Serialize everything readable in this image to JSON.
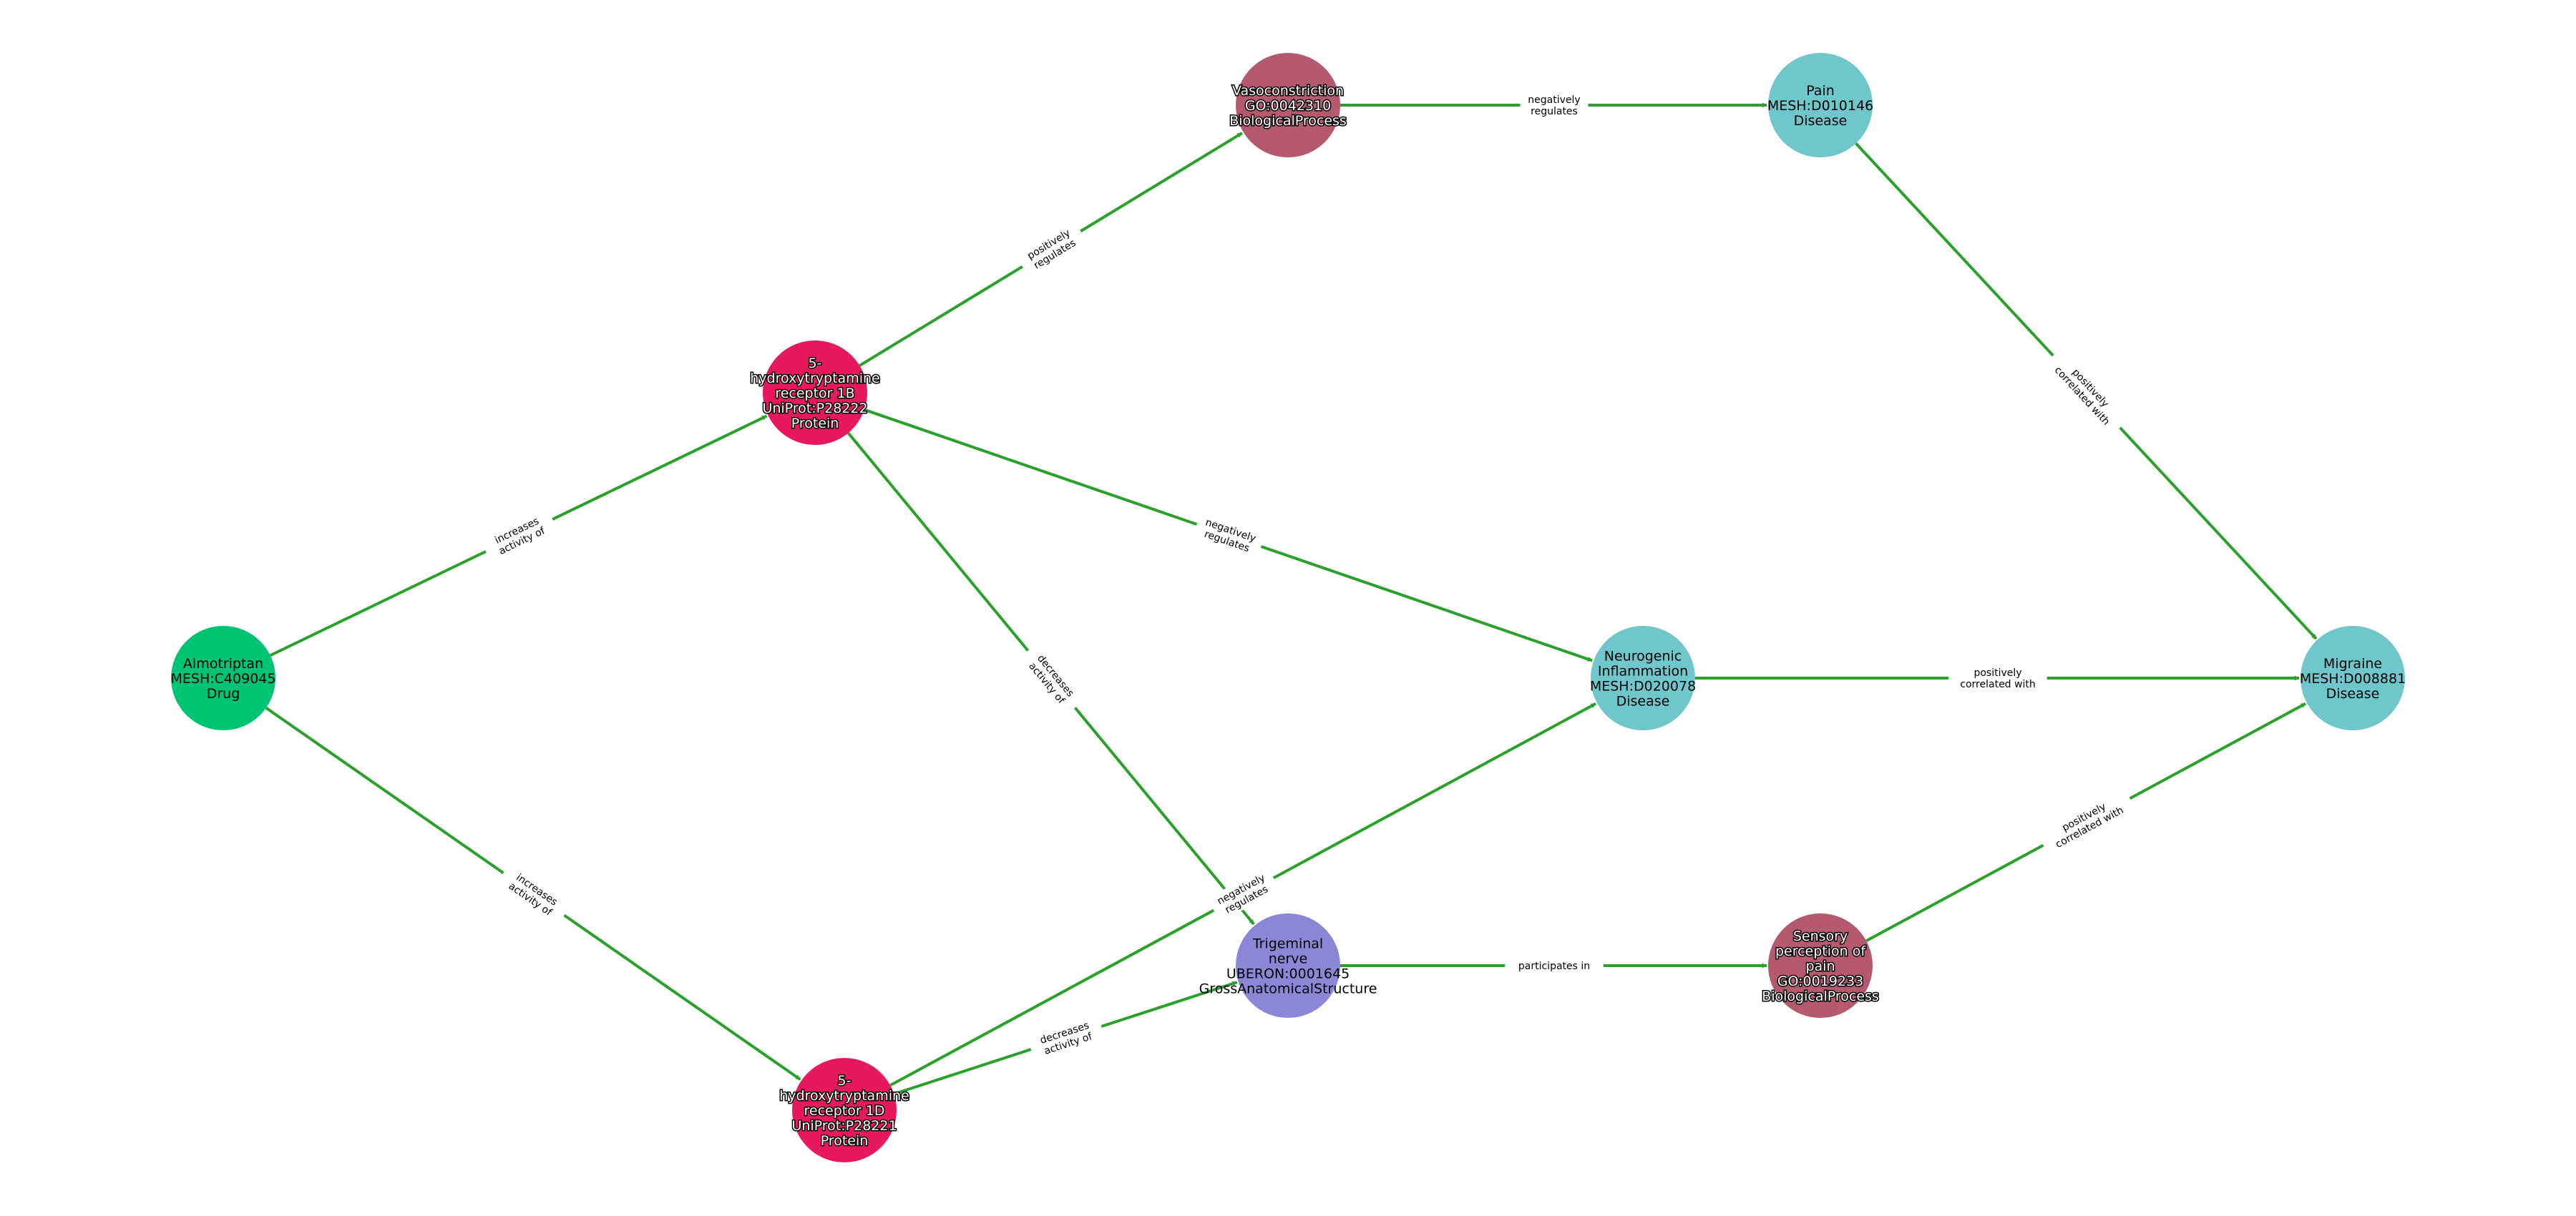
{
  "edge_color": "#2ca02c",
  "category_colors": {
    "Drug": "#00c473",
    "Protein": "#e8185f",
    "BiologicalProcess": "#b5596f",
    "Disease": "#6fc6cb",
    "GrossAnatomicalStructure": "#8b87d6"
  },
  "nodes": [
    {
      "id": "almotriptan",
      "category": "Drug",
      "text_style": "light",
      "lines": [
        "Almotriptan",
        "MESH:C409045",
        "Drug"
      ]
    },
    {
      "id": "htr1b",
      "category": "Protein",
      "text_style": "dark",
      "lines": [
        "5-",
        "hydroxytryptamine",
        "receptor 1B",
        "UniProt:P28222",
        "Protein"
      ]
    },
    {
      "id": "htr1d",
      "category": "Protein",
      "text_style": "dark",
      "lines": [
        "5-",
        "hydroxytryptamine",
        "receptor 1D",
        "UniProt:P28221",
        "Protein"
      ]
    },
    {
      "id": "vasoconstriction",
      "category": "BiologicalProcess",
      "text_style": "dark",
      "lines": [
        "Vasoconstriction",
        "GO:0042310",
        "BiologicalProcess"
      ]
    },
    {
      "id": "pain",
      "category": "Disease",
      "text_style": "light",
      "lines": [
        "Pain",
        "MESH:D010146",
        "Disease"
      ]
    },
    {
      "id": "neurogenic",
      "category": "Disease",
      "text_style": "light",
      "lines": [
        "Neurogenic",
        "Inflammation",
        "MESH:D020078",
        "Disease"
      ]
    },
    {
      "id": "trigeminal",
      "category": "GrossAnatomicalStructure",
      "text_style": "light",
      "lines": [
        "Trigeminal",
        "nerve",
        "UBERON:0001645",
        "GrossAnatomicalStructure"
      ]
    },
    {
      "id": "sensory",
      "category": "BiologicalProcess",
      "text_style": "dark",
      "lines": [
        "Sensory",
        "perception of",
        "pain",
        "GO:0019233",
        "BiologicalProcess"
      ]
    },
    {
      "id": "migraine",
      "category": "Disease",
      "text_style": "light",
      "lines": [
        "Migraine",
        "MESH:D008881",
        "Disease"
      ]
    }
  ],
  "edges": [
    {
      "source": "almotriptan",
      "target": "htr1b",
      "label": [
        "increases",
        "activity of"
      ]
    },
    {
      "source": "almotriptan",
      "target": "htr1d",
      "label": [
        "increases",
        "activity of"
      ]
    },
    {
      "source": "htr1b",
      "target": "vasoconstriction",
      "label": [
        "positively",
        "regulates"
      ]
    },
    {
      "source": "htr1b",
      "target": "neurogenic",
      "label": [
        "negatively",
        "regulates"
      ]
    },
    {
      "source": "htr1b",
      "target": "trigeminal",
      "label": [
        "decreases",
        "activity of"
      ]
    },
    {
      "source": "htr1d",
      "target": "neurogenic",
      "label": [
        "negatively",
        "regulates"
      ]
    },
    {
      "source": "htr1d",
      "target": "trigeminal",
      "label": [
        "decreases",
        "activity of"
      ]
    },
    {
      "source": "vasoconstriction",
      "target": "pain",
      "label": [
        "negatively",
        "regulates"
      ]
    },
    {
      "source": "pain",
      "target": "migraine",
      "label": [
        "positively",
        "correlated with"
      ]
    },
    {
      "source": "neurogenic",
      "target": "migraine",
      "label": [
        "positively",
        "correlated with"
      ]
    },
    {
      "source": "trigeminal",
      "target": "sensory",
      "label": [
        "participates in"
      ]
    },
    {
      "source": "sensory",
      "target": "migraine",
      "label": [
        "positively",
        "correlated with"
      ]
    }
  ]
}
